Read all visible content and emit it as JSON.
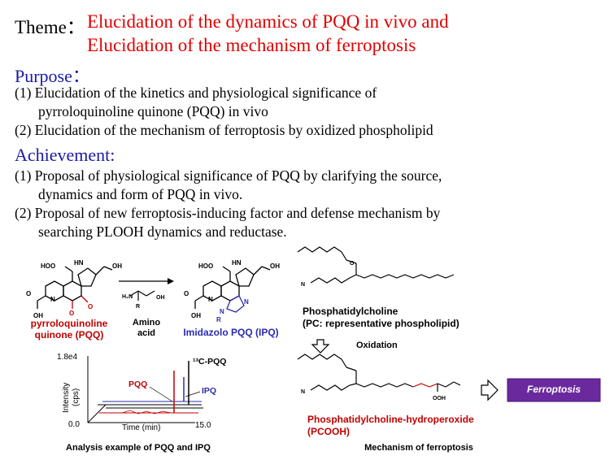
{
  "header": {
    "theme_label": "Theme：",
    "theme_lines": [
      "Elucidation of the dynamics of PQQ in vivo and",
      "Elucidation of the mechanism of ferroptosis"
    ]
  },
  "purpose": {
    "heading": "Purpose：",
    "lines": [
      "(1) Elucidation of the kinetics and physiological significance of",
      "pyrroloquinoline quinone (PQQ) in vivo",
      "(2) Elucidation of the mechanism of ferroptosis by oxidized phospholipid"
    ]
  },
  "achievement": {
    "heading": "Achievement:",
    "lines": [
      "(1) Proposal of physiological significance of PQQ by clarifying the source,",
      "dynamics and form of PQQ in vivo.",
      "(2) Proposal of new ferroptosis-inducing factor and defense mechanism by",
      "searching PLOOH dynamics and reductase."
    ]
  },
  "pqq_panel": {
    "pqq_name_1": "pyrroloquinoline",
    "pqq_name_2": "quinone (PQQ)",
    "amino_1": "Amino",
    "amino_2": "acid",
    "ipq_name": "Imidazolo PQQ (IPQ)",
    "atoms": {
      "ho": "HO",
      "oh": "OH",
      "hn": "HN",
      "o": "O",
      "n": "N",
      "r": "R",
      "h2n": "H₂N"
    },
    "colors": {
      "red": "#c00000",
      "blue": "#2a2ab0"
    }
  },
  "chromatogram": {
    "y_top_label": "1.8e4",
    "y_bottom_label": "0.0",
    "y_axis_label_1": "Intensity",
    "y_axis_label_2": "(cps)",
    "x_axis_label": "Time (min)",
    "x_end_label": "15.0",
    "label_13c": "¹³C-PQQ",
    "label_pqq": "PQQ",
    "label_ipq": "IPQ",
    "caption": "Analysis example of PQQ and IPQ"
  },
  "ferro_panel": {
    "pc_name_1": "Phosphatidylcholine",
    "pc_name_2": "(PC: representative phospholipid)",
    "oxidation_label": "Oxidation",
    "pcooh_name_1": "Phosphatidylcholine-hydroperoxide",
    "pcooh_name_2": "(PCOOH)",
    "ooh_label": "OOH",
    "ferroptosis_label": "Ferroptosis",
    "caption": "Mechanism of ferroptosis",
    "colors": {
      "badge": "#6a2a9e",
      "red": "#c00000"
    }
  }
}
